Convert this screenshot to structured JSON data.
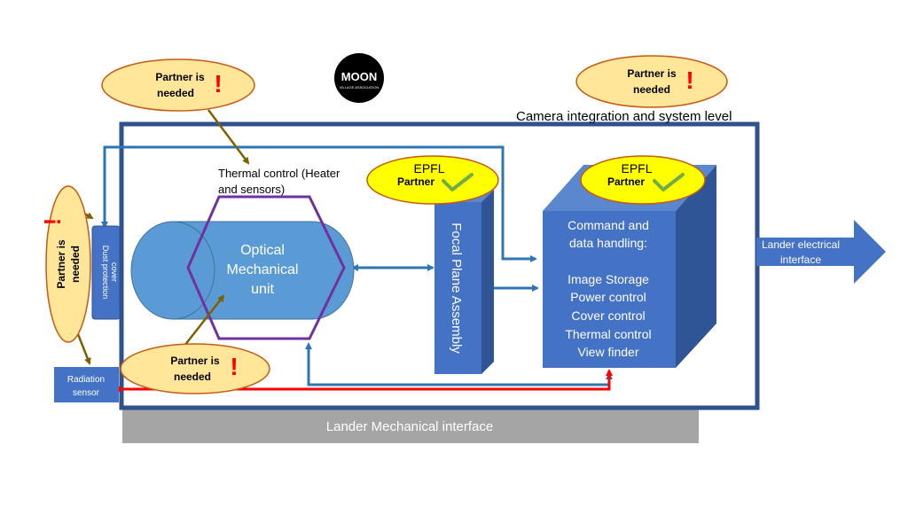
{
  "logo": {
    "main": "MOON",
    "sub": "VILLAGE ASSOCIATION"
  },
  "frame_label": "Camera integration and system level",
  "partner_needed": {
    "line1": "Partner is",
    "line2": "needed",
    "mark": "!"
  },
  "epfl": {
    "name": "EPFL",
    "partner": "Partner"
  },
  "thermal_control": {
    "line1": "Thermal control (Heater",
    "line2": "and sensors)"
  },
  "optical_unit": {
    "line1": "Optical",
    "line2": "Mechanical",
    "line3": "unit"
  },
  "focal_plane": "Focal Plane Assembly",
  "command": {
    "lines": [
      "Command and",
      "data handling:",
      "",
      "Image Storage",
      "Power control",
      "Cover control",
      "Thermal control",
      "View finder"
    ]
  },
  "dust_cover": {
    "line1": "Dust protection",
    "line2": "cover"
  },
  "radiation_sensor": {
    "line1": "Radiation",
    "line2": "sensor"
  },
  "lander_electrical": {
    "line1": "Lander electrical",
    "line2": "interface"
  },
  "lander_mechanical": "Lander Mechanical interface",
  "colors": {
    "frame": "#2f528f",
    "box_blue": "#4472c4",
    "cylinder": "#5b9bd5",
    "arrow_blue": "#2e75b6",
    "arrow_red": "#ff0000",
    "ellipse_fill": "#ffe699",
    "ellipse_stroke": "#c55a11",
    "epfl_fill": "#ffff00",
    "check": "#70ad47",
    "hexagon": "#7030a0",
    "pointer": "#7f6000",
    "grey_bar": "#a5a5a5",
    "mark": "#ff0000"
  }
}
